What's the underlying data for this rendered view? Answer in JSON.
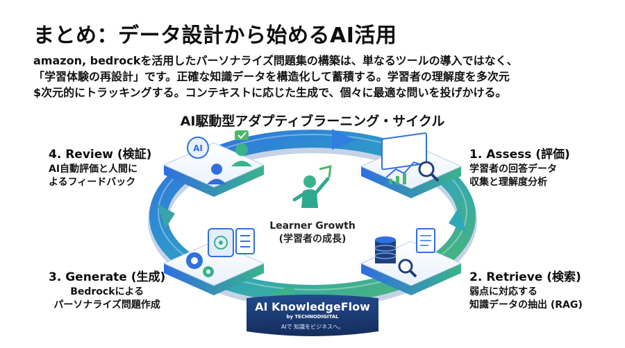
{
  "title": "まとめ：データ設計から始めるAI活用",
  "lead_lines": [
    "amazon, bedrockを活用したパーソナライズ問題集の構築は、単なるツールの導入ではなく、",
    "「学習体験の再設計」です。正確な知識データを構造化して蓄積する。学習者の理解度を多次元",
    "$次元的にトラッキングする。コンテキストに応じた生成で、個々に最適な問いを投げかける。"
  ],
  "cycle_title": "AI駆動型アダプティブラーニング・サイクル",
  "steps": {
    "assess": {
      "title": "1. Assess (評価)",
      "line1": "学習者の回答データ",
      "line2": "収集と理解度分析"
    },
    "retrieve": {
      "title": "2. Retrieve (検索)",
      "line1": "弱点に対応する",
      "line2": "知識データの抽出 (RAG)"
    },
    "generate": {
      "title": "3. Generate (生成)",
      "line1": "Bedrockによる",
      "line2": "パーソナライズ問題作成"
    },
    "review": {
      "title": "4. Review (検証)",
      "line1": "AI自動評価と人間に",
      "line2": "よるフィードバック"
    }
  },
  "center": {
    "line1": "Learner Growth",
    "line2": "(学習者の成長)"
  },
  "badge": {
    "name": "AI KnowledgeFlow",
    "by": "by TECHNODIGITAL",
    "tagline": "AIで 知識をビジネスへ。"
  },
  "icon_label_ai": "AI",
  "colors": {
    "blue": "#2f6fe0",
    "teal": "#2fae9c",
    "green": "#4cb86a",
    "navy": "#1f3e7a",
    "badge": "#1d3f78"
  }
}
